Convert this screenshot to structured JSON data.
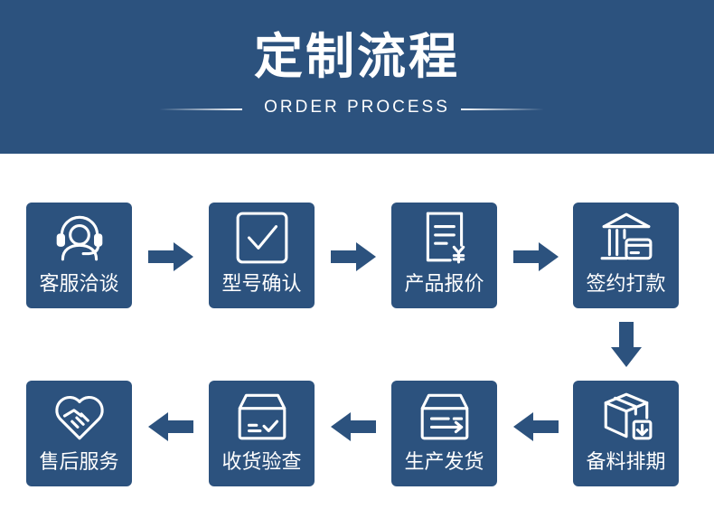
{
  "header": {
    "title": "定制流程",
    "subtitle": "ORDER PROCESS"
  },
  "steps": [
    {
      "label": "客服洽谈",
      "icon": "headset-icon"
    },
    {
      "label": "型号确认",
      "icon": "checkbox-icon"
    },
    {
      "label": "产品报价",
      "icon": "price-document-icon"
    },
    {
      "label": "签约打款",
      "icon": "bank-card-icon"
    },
    {
      "label": "备料排期",
      "icon": "package-box-icon"
    },
    {
      "label": "生产发货",
      "icon": "shipping-box-icon"
    },
    {
      "label": "收货验查",
      "icon": "received-box-icon"
    },
    {
      "label": "售后服务",
      "icon": "handshake-heart-icon"
    }
  ],
  "colors": {
    "primary": "#2c527e",
    "text_on_primary": "#ffffff",
    "background": "#ffffff"
  }
}
